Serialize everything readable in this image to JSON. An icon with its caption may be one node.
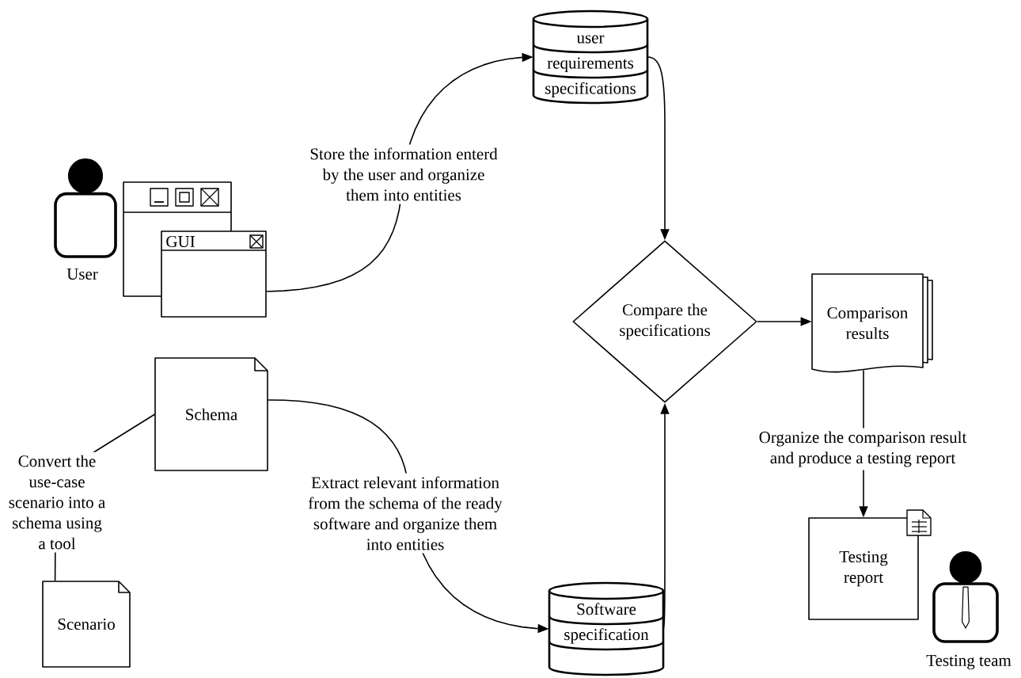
{
  "diagram": {
    "nodes": [
      {
        "text": [],
        "shape": "person",
        "beside": [
          "User"
        ]
      },
      {
        "text": [
          "GUI"
        ]
      },
      {
        "text": [
          "user requirements specifications"
        ]
      },
      {
        "text": [
          "Compare the specifications"
        ]
      },
      {
        "text": [
          "Comparison results"
        ]
      },
      {
        "text": [
          "Schema"
        ]
      },
      {
        "text": [
          "Scenario"
        ]
      },
      {
        "text": [
          "Software specification"
        ]
      },
      {
        "text": [
          "Testing report"
        ]
      },
      {
        "text": [],
        "shape": "person",
        "beside": [
          "Testing team"
        ]
      }
    ],
    "edges": [
      {
        "from": 1,
        "to": 2,
        "arrow": "to",
        "label": "Store the information enterd by the user and organize them into entities"
      },
      {
        "from": 2,
        "to": 3,
        "arrow": "to"
      },
      {
        "from": 3,
        "to": 4,
        "arrow": "to"
      },
      {
        "from": 4,
        "to": 8,
        "arrow": "to",
        "label": "Organize the comparison result and produce a testing report"
      },
      {
        "from": 6,
        "to": 5,
        "arrow": "none",
        "label": "Convert the use-case scenario into a schema using a tool"
      },
      {
        "from": 5,
        "to": 7,
        "arrow": "to",
        "label": "Extract relevant information from the schema of the ready software and organize them into entities"
      },
      {
        "from": 7,
        "to": 3,
        "arrow": "to"
      }
    ]
  }
}
